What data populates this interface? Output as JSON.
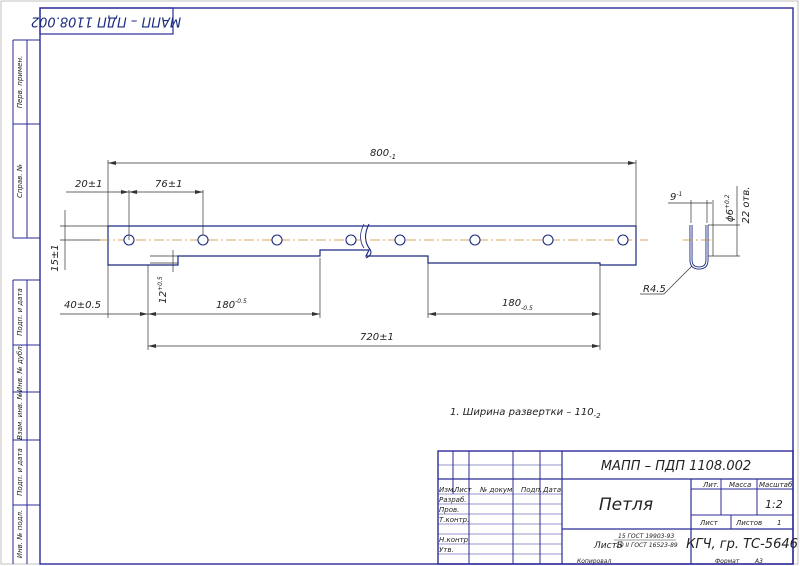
{
  "stamp_top": "МАПП – ПДП 1108.002",
  "side_labels": [
    "Перв. примен.",
    "Справ. №",
    "Подп. и дата",
    "Инв. № дубл.",
    "Взам. инв. №",
    "Подп. и дата",
    "Инв. № подл."
  ],
  "dims": {
    "total_length": "800",
    "total_length_tol": "-1",
    "first_offset": "20±1",
    "pitch": "76±1",
    "side_height": "15±1",
    "step_height": "12",
    "step_height_tol": "+0.5",
    "left_end": "40±0.5",
    "seg_left": "180",
    "seg_left_tol": "-0.5",
    "seg_right": "180",
    "seg_right_tol": "-0.5",
    "overall": "720±1",
    "detail_width": "9",
    "detail_width_tol": "-1",
    "hole_dia": "ϕ6",
    "hole_dia_tol": "+0.2",
    "holes_count": "22 отв.",
    "radius": "R4.5"
  },
  "note": "1. Ширина развертки – 110",
  "note_tol": "-2",
  "title_block": {
    "doc_code": "МАПП – ПДП 1108.002",
    "part_name": "Петля",
    "material_line1": "ЛистБ",
    "material_top": "15 ГОСТ 19903-93",
    "material_bottom": "10 II ГОСТ 16523-89",
    "lit_label": "Лит.",
    "mass_label": "Масса",
    "scale_label": "Масштаб",
    "scale_value": "1:2",
    "sheet_label": "Лист",
    "sheets_label": "Листов",
    "sheets_value": "1",
    "org": "КГЧ, гр. ТС-5646",
    "row_labels": [
      "Изм.",
      "Лист",
      "№ докум.",
      "Подп.",
      "Дата"
    ],
    "people_labels": [
      "Разраб.",
      "Пров.",
      "Т.контр.",
      "",
      "Н.контр.",
      "Утв."
    ],
    "copied": "Копировал",
    "format": "Формат",
    "format_value": "А3"
  }
}
